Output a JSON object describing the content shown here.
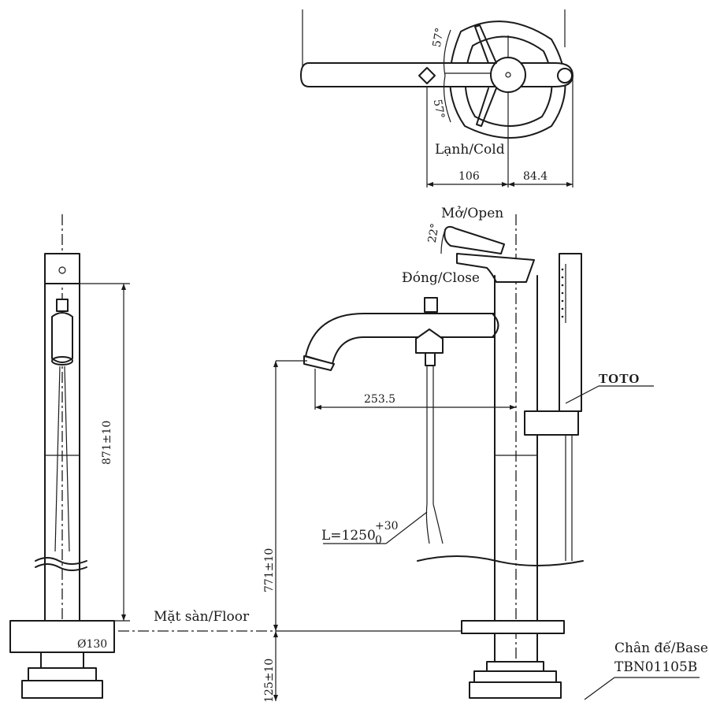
{
  "labels": {
    "cold": "Lạnh/Cold",
    "open": "Mở/Open",
    "close": "Đóng/Close",
    "floor": "Mặt sàn/Floor",
    "base_line1": "Chân đế/Base",
    "base_line2": "TBN01105B",
    "brand": "TOTO"
  },
  "dimensions": {
    "left_width": "106",
    "right_width": "84.4",
    "angle_top": "57°",
    "angle_bottom": "57°",
    "handle_angle": "22°",
    "spout_reach": "253.5",
    "height_total": "871±10",
    "height_spout": "771±10",
    "height_base": "125±10",
    "diameter": "Ø130",
    "hose_length": "L=1250",
    "hose_tol_upper": "+30",
    "hose_tol_lower": "0"
  }
}
